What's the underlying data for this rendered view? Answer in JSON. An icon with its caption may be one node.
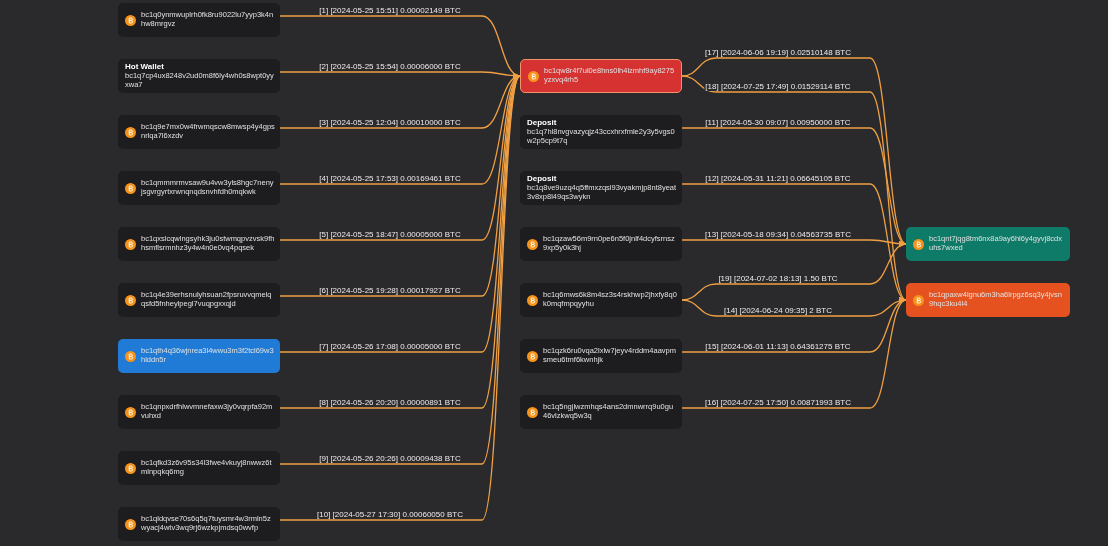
{
  "diagram": {
    "nodes": [
      {
        "text": [
          "bc1q0ynmwuplrh0fk8ru9022lu7yyp3k4nhw8mrgvz"
        ]
      },
      {
        "text": [
          "Hot Wallet",
          "bc1q7cp4ux8248v2ud0m8f6ly4wh0s8wpt0yyxwa7"
        ]
      },
      {
        "text": [
          "bc1q9e7mx0w4frwmqscw8mwsp4y4gpsnrlqa7l6xzdv"
        ]
      },
      {
        "text": [
          "bc1qmmmrmvsaw9u4vw3yls8hgc7nenyjsgvrgyrtxrwnqnqdsnvhfdh0mqkwk"
        ]
      },
      {
        "text": [
          "bc1qxslcqwlngsyhk3ju0stwmqpvzvsk9fhhsmflsrmnhz3y4w4n0e0vq4pqsek"
        ]
      },
      {
        "text": [
          "bc1q4e39erhsnulyhsuan2fpsruvvqmelqqsfd5fnheylpegl7vuqpgxxqjd"
        ]
      },
      {
        "text": [
          "bc1qth4q36wjnrea3l4wwu3m3f2tcl69w3hlddn5r"
        ]
      },
      {
        "text": [
          "bc1qnpxdrfhlwvmnefaxw3jy0vqrpfa92mvuhxd"
        ]
      },
      {
        "text": [
          "bc1qfkd3z6v95s34l3fwe4vkuyj8nwwz6tmlnpqkq6mg"
        ]
      },
      {
        "text": [
          "bc1qldqvse70s6q5q7tuysmr4w3rmln5zwyacj4wtv3wq9rj6wzkpjmdsq0wvfp"
        ]
      },
      {
        "text": [
          "bc1qw8r4f7ul0e8hns0lh4lzmhf9ay8275yzxvq4rh5"
        ]
      },
      {
        "text": [
          "Deposit",
          "bc1q7hl8nvgvazyqjz43ccxhrxfmle2y3y5vgs0w2p5cp9t7q"
        ]
      },
      {
        "text": [
          "Deposit",
          "bc1q8ve9uzq4q5ffmxzqsl93vyakmjp8nt8yeat3v8xp8l49qs3wykn"
        ]
      },
      {
        "text": [
          "bc1qzaw56m9rn0pe6n5f0jnlf4dcyfsrnsz9xp5y0k3hj"
        ]
      },
      {
        "text": [
          "bc1q6mws6k8m4sz3s4rskhwp2jhxfy8q0k0mqfmpqyyhu"
        ]
      },
      {
        "text": [
          "bc1qzk6ru0vqa2lxlw7jeyv4rddm4aavpmsmeu6tmf6kwnhjk"
        ]
      },
      {
        "text": [
          "bc1q5ngjlwzmhqs4ans2dmnwrrq9u0gu46vlzkwq5w3q"
        ]
      },
      {
        "text": [
          "bc1qnt7jqg8tm6nx8a9ay6hl6y4gyvj8cdxuhs7wxed"
        ]
      },
      {
        "text": [
          "bc1qpaxw4lgnu6m3ha6lrpgz6sq3y4jvsn9hqc3ku4l4"
        ]
      }
    ],
    "edges": [
      {
        "from": 0,
        "to": 10,
        "arrow": "to",
        "label": "[1] [2024-05-25 15:51] 0.00002149 BTC"
      },
      {
        "from": 1,
        "to": 10,
        "arrow": "to",
        "label": "[2] [2024-05-25 15:54] 0.00006000 BTC"
      },
      {
        "from": 2,
        "to": 10,
        "arrow": "to",
        "label": "[3] [2024-05-25 12:04] 0.00010000 BTC"
      },
      {
        "from": 3,
        "to": 10,
        "arrow": "to",
        "label": "[4] [2024-05-25 17:53] 0.00169461 BTC"
      },
      {
        "from": 4,
        "to": 10,
        "arrow": "to",
        "label": "[5] [2024-05-25 18:47] 0.00005000 BTC"
      },
      {
        "from": 5,
        "to": 10,
        "arrow": "to",
        "label": "[6] [2024-05-25 19:28] 0.00017927 BTC"
      },
      {
        "from": 6,
        "to": 10,
        "arrow": "to",
        "label": "[7] [2024-05-26 17:08] 0.00005000 BTC"
      },
      {
        "from": 7,
        "to": 10,
        "arrow": "to",
        "label": "[8] [2024-05-26 20:20] 0.00000891 BTC"
      },
      {
        "from": 8,
        "to": 10,
        "arrow": "to",
        "label": "[9] [2024-05-26 20:26] 0.00009438 BTC"
      },
      {
        "from": 9,
        "to": 10,
        "arrow": "to",
        "label": "[10] [2024-05-27 17:30] 0.00060050 BTC"
      },
      {
        "from": 10,
        "to": 17,
        "arrow": "to",
        "label": "[17] [2024-06-06 19:19] 0.02510148 BTC"
      },
      {
        "from": 10,
        "to": 18,
        "arrow": "to",
        "label": "[18] [2024-07-25 17:49] 0.01529114 BTC"
      },
      {
        "from": 11,
        "to": 17,
        "arrow": "to",
        "label": "[11] [2024-05-30 09:07] 0.00950000 BTC"
      },
      {
        "from": 12,
        "to": 18,
        "arrow": "to",
        "label": "[12] [2024-05-31 11:21] 0.06645105 BTC"
      },
      {
        "from": 13,
        "to": 17,
        "arrow": "to",
        "label": "[13] [2024-05-18 09:34] 0.04563735 BTC"
      },
      {
        "from": 14,
        "to": 17,
        "arrow": "to",
        "label": "[19] [2024-07-02 18:13] 1.50 BTC"
      },
      {
        "from": 14,
        "to": 18,
        "arrow": "to",
        "label": "[14] [2024-06-24 09:35] 2 BTC"
      },
      {
        "from": 15,
        "to": 18,
        "arrow": "to",
        "label": "[15] [2024-06-01 11:13] 0.64361275 BTC"
      },
      {
        "from": 16,
        "to": 18,
        "arrow": "to",
        "label": "[16] [2024-07-25 17:50] 0.00871993 BTC"
      }
    ]
  }
}
